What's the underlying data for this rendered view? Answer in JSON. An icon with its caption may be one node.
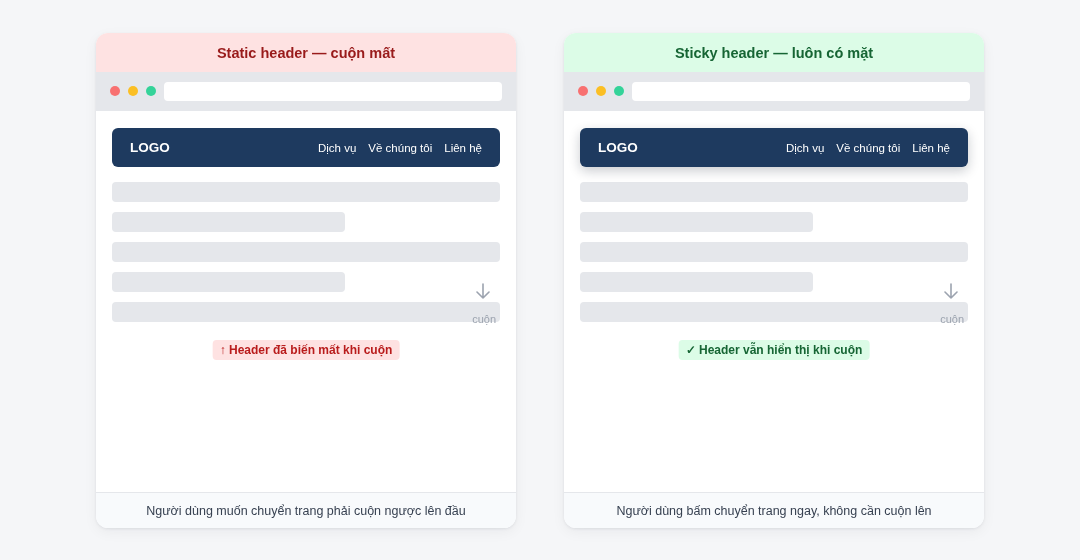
{
  "diagram": {
    "nodes": [
      {
        "text": [
          "Static header — cuộn mất"
        ]
      },
      {
        "text": [
          "LOGO",
          "Dịch vụ",
          "Về chúng tôi",
          "Liên hệ"
        ],
        "in": 0
      },
      {
        "text": [
          "↑ Header đã biến mất khi cuộn"
        ],
        "in": 0
      },
      {
        "text": [
          "Người dùng muốn chuyển trang phải cuộn ngược lên đầu"
        ],
        "in": 0
      },
      {
        "text": [
          "Sticky header — luôn có mặt"
        ]
      },
      {
        "text": [
          "LOGO",
          "Dịch vụ",
          "Về chúng tôi",
          "Liên hệ"
        ],
        "in": 4
      },
      {
        "text": [
          "✓ Header vẫn hiển thị khi cuộn"
        ],
        "in": 4
      },
      {
        "text": [
          "Người dùng bấm chuyển trang ngay, không cần cuộn lên"
        ],
        "in": 4
      }
    ],
    "labels": [
      "cuộn",
      "cuộn"
    ]
  }
}
